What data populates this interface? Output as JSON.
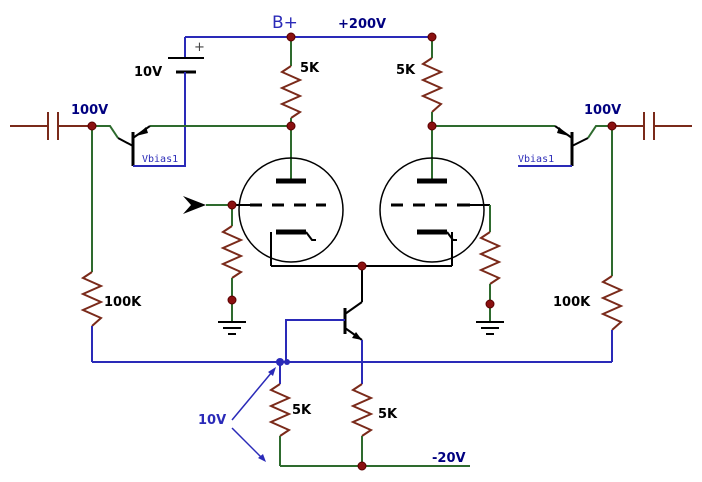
{
  "labels": {
    "b_plus": "B+",
    "supply_high": "+200V",
    "supply_low": "-20V",
    "battery_voltage": "10V",
    "battery_plus": "+",
    "left_plate_res": "5K",
    "right_plate_res": "5K",
    "left_input_bias": "100V",
    "right_input_bias": "100V",
    "left_vbias": "Vbias1",
    "right_vbias": "Vbias1",
    "left_grid_res": "100K",
    "right_grid_res": "100K",
    "tail_voltage": "10V",
    "tail_res_left": "5K",
    "tail_res_right": "5K"
  }
}
